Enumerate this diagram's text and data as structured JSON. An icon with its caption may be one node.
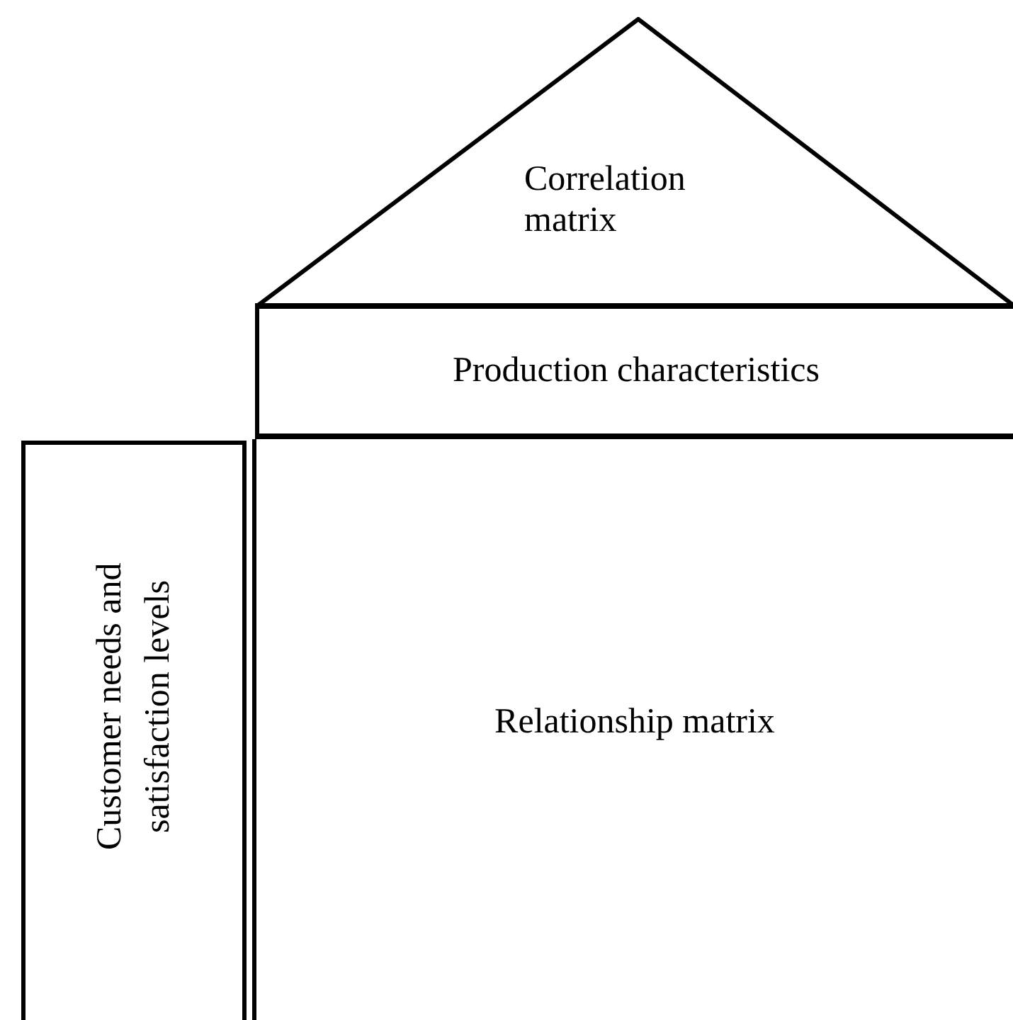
{
  "diagram": {
    "nodes": [
      {
        "text": [
          "Correlation matrix"
        ]
      },
      {
        "text": [
          "Production characteristics"
        ]
      },
      {
        "text": [
          "Customer needs and satisfaction levels"
        ]
      },
      {
        "text": [
          "Relationship matrix"
        ]
      }
    ]
  }
}
